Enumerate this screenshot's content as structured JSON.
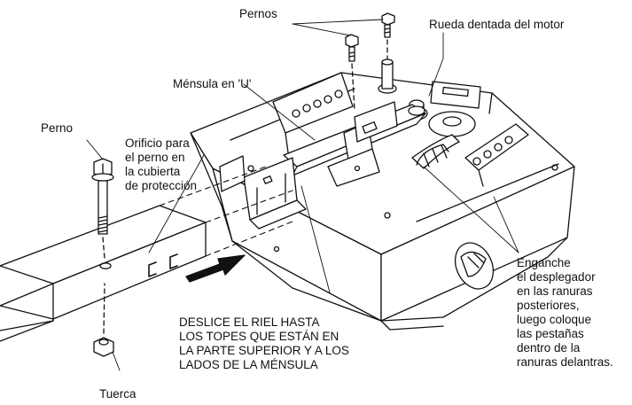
{
  "labels": {
    "pernos": "Pernos",
    "rueda": "Rueda dentada del motor",
    "mensula": "Ménsula en 'U'",
    "perno": "Perno",
    "orificio": [
      "Orificio para",
      "el perno en",
      "la cubierta",
      "de protección"
    ],
    "enganche": [
      "Enganche",
      "el desplegador",
      "en las ranuras",
      "posteriores,",
      "luego coloque",
      "las pestañas",
      "dentro de la",
      "ranuras delantras."
    ],
    "instruccion": [
      "DESLICE EL RIEL HASTA",
      "LOS TOPES QUE ESTÁN EN",
      "LA PARTE SUPERIOR Y A LOS",
      "LADOS DE LA MÉNSULA"
    ],
    "tuerca": "Tuerca"
  },
  "colors": {
    "ink": "#111111",
    "background": "#ffffff",
    "arrow": "#111111"
  }
}
